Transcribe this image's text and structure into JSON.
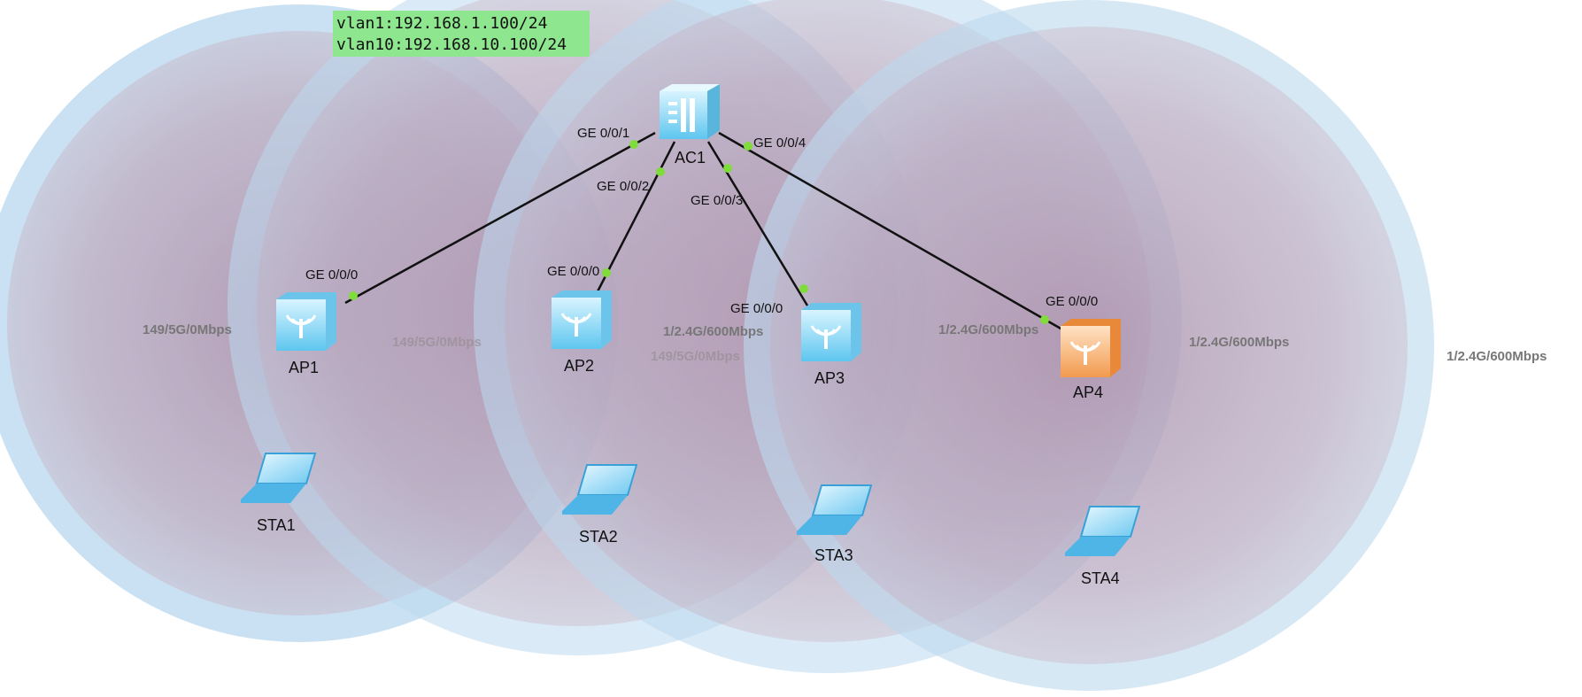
{
  "note": {
    "lines": [
      "vlan1:192.168.1.100/24",
      "vlan10:192.168.10.100/24"
    ]
  },
  "controller": {
    "name": "AC1",
    "icon": "access-controller-icon"
  },
  "aps": [
    {
      "name": "AP1",
      "icon": "wireless-ap-icon",
      "port": "GE 0/0/0",
      "rate": "149/5G/0Mbps",
      "color": "#7fd4f2"
    },
    {
      "name": "AP2",
      "icon": "wireless-ap-icon",
      "port": "GE 0/0/0",
      "rate": "149/5G/0Mbps",
      "color": "#7fd4f2"
    },
    {
      "name": "AP3",
      "icon": "wireless-ap-icon",
      "port": "GE 0/0/0",
      "rate": "149/5G/0Mbps",
      "color": "#7fd4f2"
    },
    {
      "name": "AP4",
      "icon": "wireless-ap-icon",
      "port": "GE 0/0/0",
      "rate": "1/2.4G/600Mbps",
      "color": "#f5a25a"
    }
  ],
  "ac_ports": [
    "GE 0/0/1",
    "GE 0/0/2",
    "GE 0/0/3",
    "GE 0/0/4"
  ],
  "rates_24g": [
    "1/2.4G/600Mbps",
    "1/2.4G/600Mbps",
    "1/2.4G/600Mbps",
    "1/2.4G/600Mbps"
  ],
  "stations": [
    {
      "name": "STA1",
      "icon": "laptop-icon"
    },
    {
      "name": "STA2",
      "icon": "laptop-icon"
    },
    {
      "name": "STA3",
      "icon": "laptop-icon"
    },
    {
      "name": "STA4",
      "icon": "laptop-icon"
    }
  ],
  "colors": {
    "coverage_outer": "#c9e0f2",
    "coverage_inner": "#c8a3b4",
    "link": "#111111",
    "port_dot": "#7fdc3a",
    "note_bg": "#8ee68e"
  }
}
